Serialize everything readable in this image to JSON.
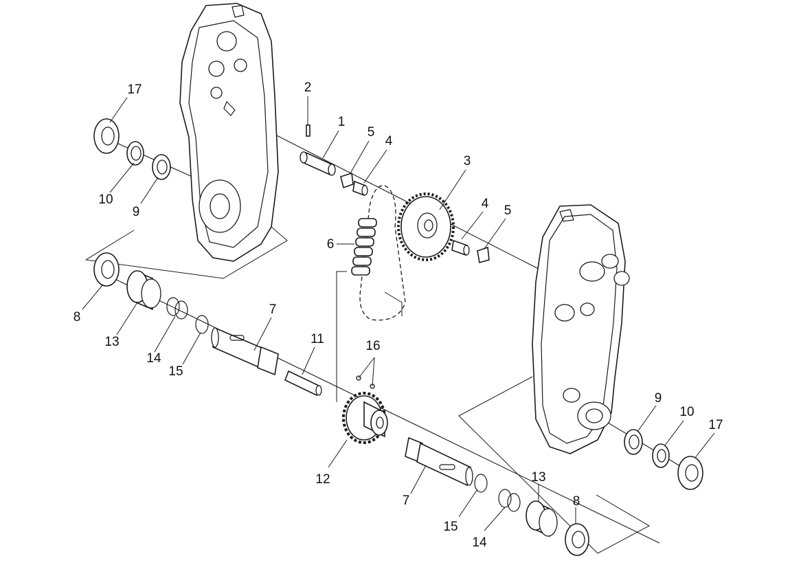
{
  "callouts": {
    "c1": "1",
    "c2": "2",
    "c3": "3",
    "c4a": "4",
    "c4b": "4",
    "c5a": "5",
    "c5b": "5",
    "c6": "6",
    "c7a": "7",
    "c7b": "7",
    "c8a": "8",
    "c8b": "8",
    "c9a": "9",
    "c9b": "9",
    "c10a": "10",
    "c10b": "10",
    "c11": "11",
    "c12": "12",
    "c13a": "13",
    "c13b": "13",
    "c14a": "14",
    "c14b": "14",
    "c15a": "15",
    "c15b": "15",
    "c16": "16",
    "c17a": "17",
    "c17b": "17"
  },
  "colors": {
    "ink": "#1a1a1a",
    "paper": "#ffffff"
  }
}
